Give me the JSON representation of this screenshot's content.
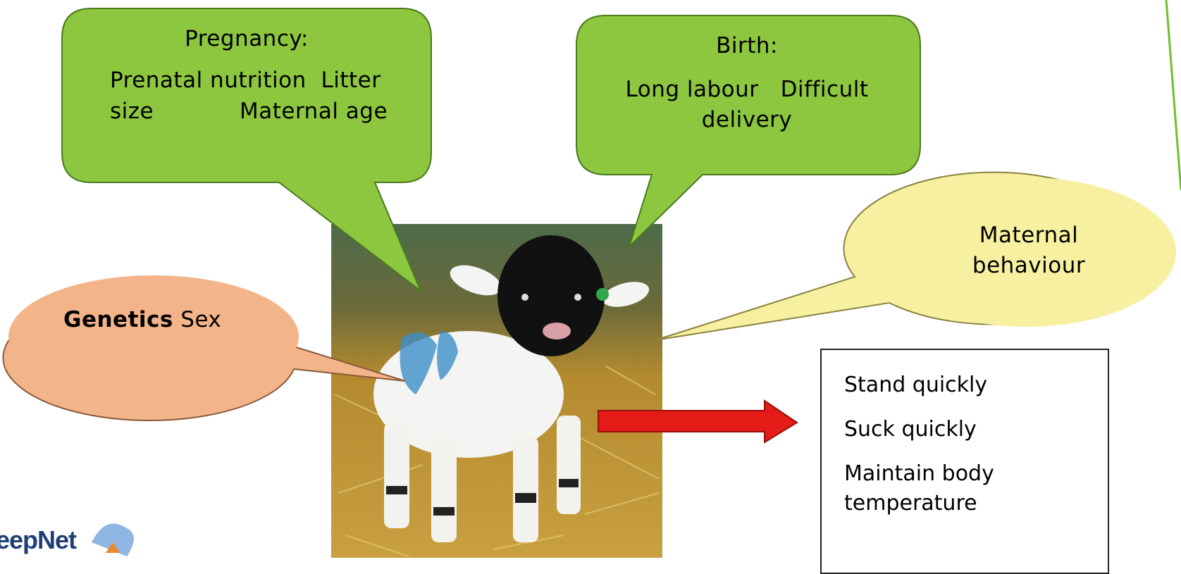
{
  "callouts": {
    "pregnancy": {
      "title": "Pregnancy:",
      "line1": "Prenatal nutrition  Litter",
      "line2_left": "size",
      "line2_right": "Maternal age",
      "fill": "#8dc63f"
    },
    "birth": {
      "title": "Birth:",
      "line1": "Long labour   Difficult",
      "line2": "delivery",
      "fill": "#8dc63f"
    },
    "genetics": {
      "bold": "Genetics",
      "text": " Sex",
      "fill": "#f3b48a"
    },
    "maternal": {
      "line1": "Maternal",
      "line2": "behaviour",
      "fill": "#f6f0a0"
    }
  },
  "outcomes": {
    "items": [
      "Stand quickly",
      "Suck quickly",
      "Maintain body",
      "temperature"
    ]
  },
  "arrow": {
    "color": "#e41b17"
  },
  "photo": {
    "subject": "lamb-photo"
  },
  "logo": {
    "text": "eepNet"
  }
}
